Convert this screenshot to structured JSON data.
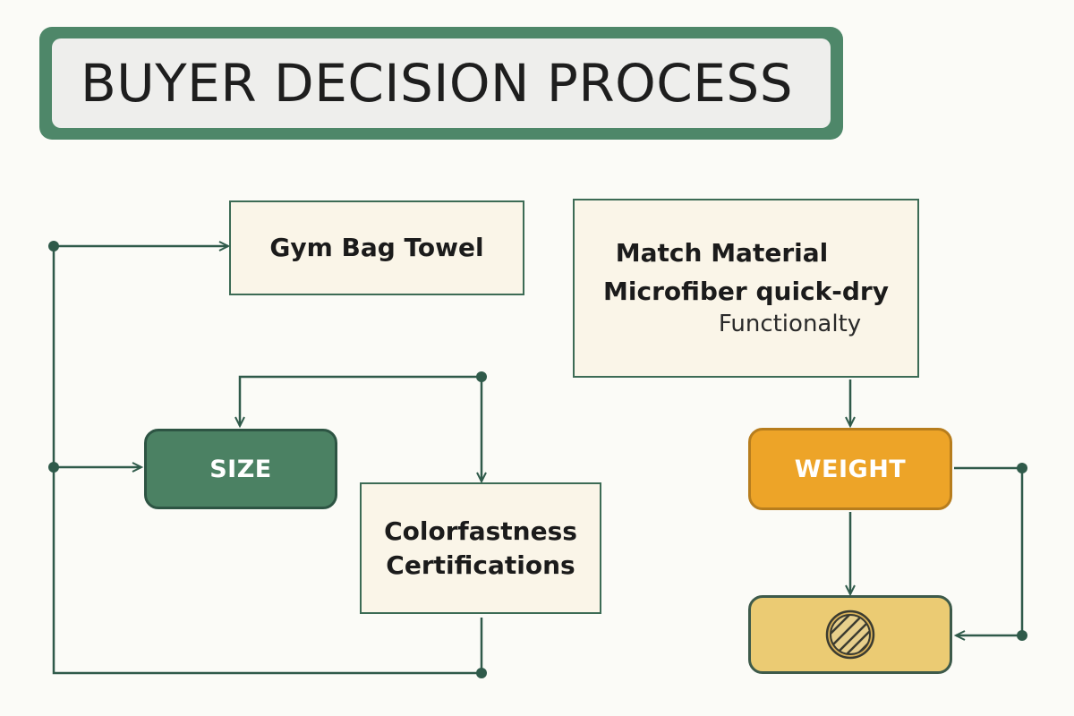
{
  "title": "BUYER DECISION PROCESS",
  "nodes": {
    "gym_bag_towel": {
      "label": "Gym Bag Towel"
    },
    "match_material": {
      "line1": "Match Material",
      "line2": "Microfiber quick-dry",
      "line3": "Functionalty"
    },
    "size": {
      "label": "SIZE"
    },
    "colorfastness": {
      "line1": "Colorfastness",
      "line2": "Certifications"
    },
    "weight": {
      "label": "WEIGHT"
    },
    "final_icon": {
      "icon": "striped-circle-icon"
    }
  },
  "colors": {
    "line": "#2f5a4a",
    "title_frame": "#4e8769",
    "size_fill": "#4b8163",
    "weight_fill": "#eda428",
    "final_fill": "#ebcb73",
    "box_fill": "#faf5e8"
  }
}
